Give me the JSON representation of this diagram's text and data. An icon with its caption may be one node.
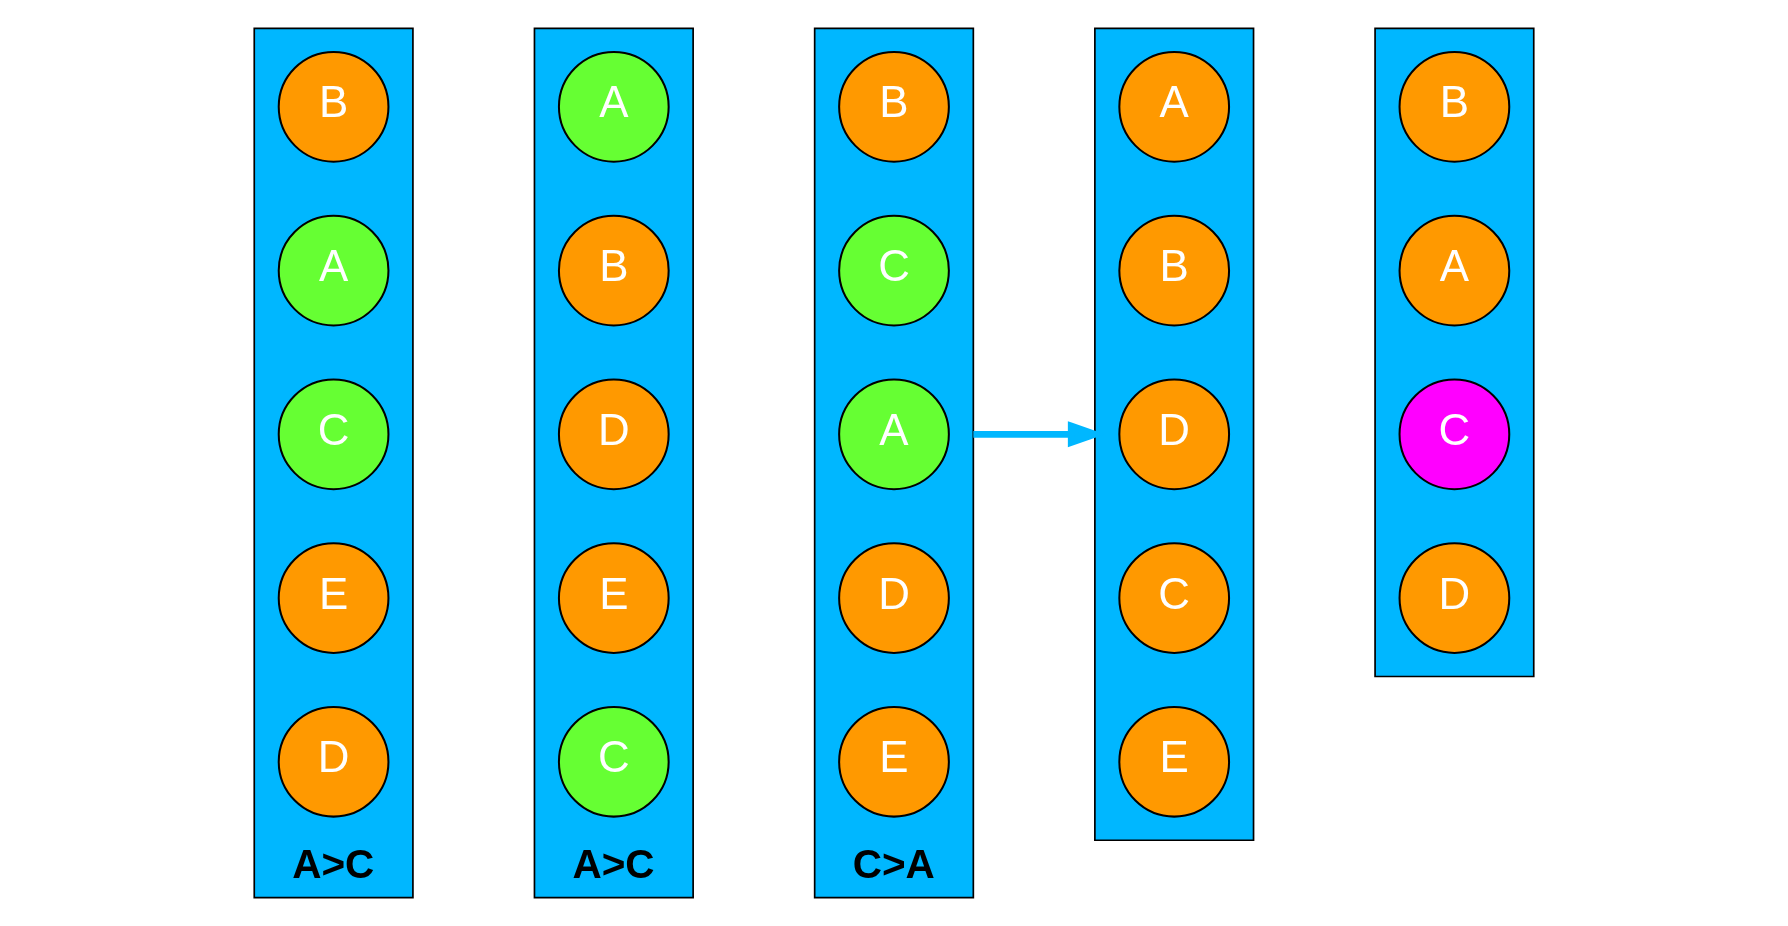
{
  "diagram": {
    "nodes": [
      {
        "text": [],
        "shape": "bar",
        "beside": [
          "A>C"
        ]
      },
      {
        "text": [
          "B"
        ],
        "in": 0
      },
      {
        "text": [
          "A"
        ],
        "in": 0
      },
      {
        "text": [
          "C"
        ],
        "in": 0
      },
      {
        "text": [
          "E"
        ],
        "in": 0
      },
      {
        "text": [
          "D"
        ],
        "in": 0
      },
      {
        "text": [],
        "shape": "bar",
        "beside": [
          "A>C"
        ]
      },
      {
        "text": [
          "A"
        ],
        "in": 6
      },
      {
        "text": [
          "B"
        ],
        "in": 6
      },
      {
        "text": [
          "D"
        ],
        "in": 6
      },
      {
        "text": [
          "E"
        ],
        "in": 6
      },
      {
        "text": [
          "C"
        ],
        "in": 6
      },
      {
        "text": [],
        "shape": "bar",
        "beside": [
          "C>A"
        ]
      },
      {
        "text": [
          "B"
        ],
        "in": 12
      },
      {
        "text": [
          "C"
        ],
        "in": 12
      },
      {
        "text": [
          "A"
        ],
        "in": 12
      },
      {
        "text": [
          "D"
        ],
        "in": 12
      },
      {
        "text": [
          "E"
        ],
        "in": 12
      },
      {
        "text": [],
        "shape": "bar"
      },
      {
        "text": [
          "A"
        ],
        "in": 18
      },
      {
        "text": [
          "B"
        ],
        "in": 18
      },
      {
        "text": [
          "D"
        ],
        "in": 18
      },
      {
        "text": [
          "C"
        ],
        "in": 18
      },
      {
        "text": [
          "E"
        ],
        "in": 18
      },
      {
        "text": [],
        "shape": "bar"
      },
      {
        "text": [
          "B"
        ],
        "in": 24
      },
      {
        "text": [
          "A"
        ],
        "in": 24
      },
      {
        "text": [
          "C"
        ],
        "in": 24
      },
      {
        "text": [
          "D"
        ],
        "in": 24
      }
    ],
    "edges": [
      {
        "from": 12,
        "to": 18,
        "arrow": "to",
        "color": "#00b7ff"
      }
    ]
  }
}
